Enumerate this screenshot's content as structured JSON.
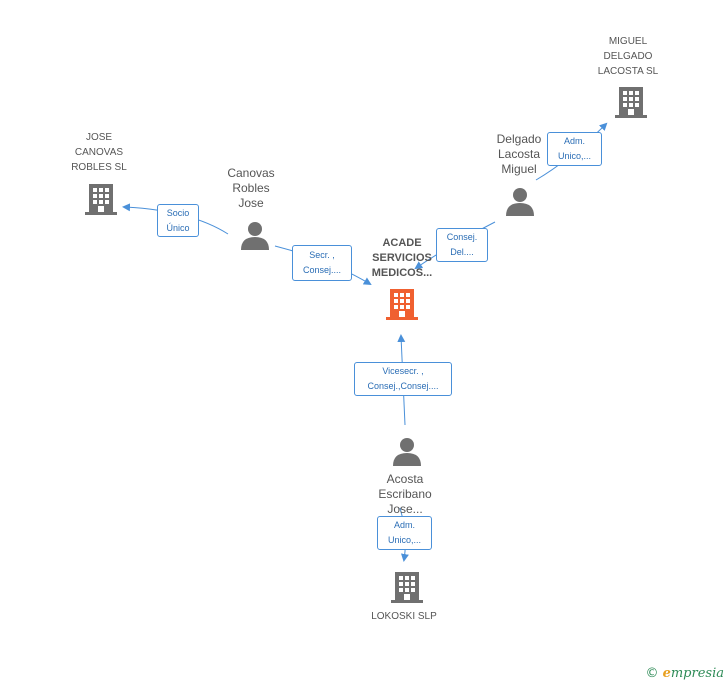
{
  "nodes": {
    "center": {
      "label": "ACADE\nSERVICIOS\nMEDICOS...",
      "color": "#f06030"
    },
    "jose_canovas_sl": {
      "label": "JOSE\nCANOVAS\nROBLES SL"
    },
    "miguel_delgado_sl": {
      "label": "MIGUEL\nDELGADO\nLACOSTA SL"
    },
    "lokoski": {
      "label": "LOKOSKI SLP"
    },
    "canovas_person": {
      "label": "Canovas\nRobles\nJose"
    },
    "delgado_person": {
      "label": "Delgado\nLacosta\nMiguel"
    },
    "acosta_person": {
      "label": "Acosta\nEscribano\nJose..."
    }
  },
  "relations": {
    "socio_unico": "Socio\nÚnico",
    "secr_consej": "Secr. ,\nConsej....",
    "adm_unico_miguel": "Adm.\nUnico,...",
    "consej_del": "Consej.\nDel....",
    "vicesecr": "Vicesecr. ,\nConsej.,Consej....",
    "adm_unico_lokoski": "Adm.\nUnico,..."
  },
  "colors": {
    "edge": "#4a90d9",
    "icon": "#707070",
    "highlight": "#f06030"
  },
  "footer": {
    "copyright": "©",
    "brand_first": "e",
    "brand_rest": "mpresia"
  }
}
